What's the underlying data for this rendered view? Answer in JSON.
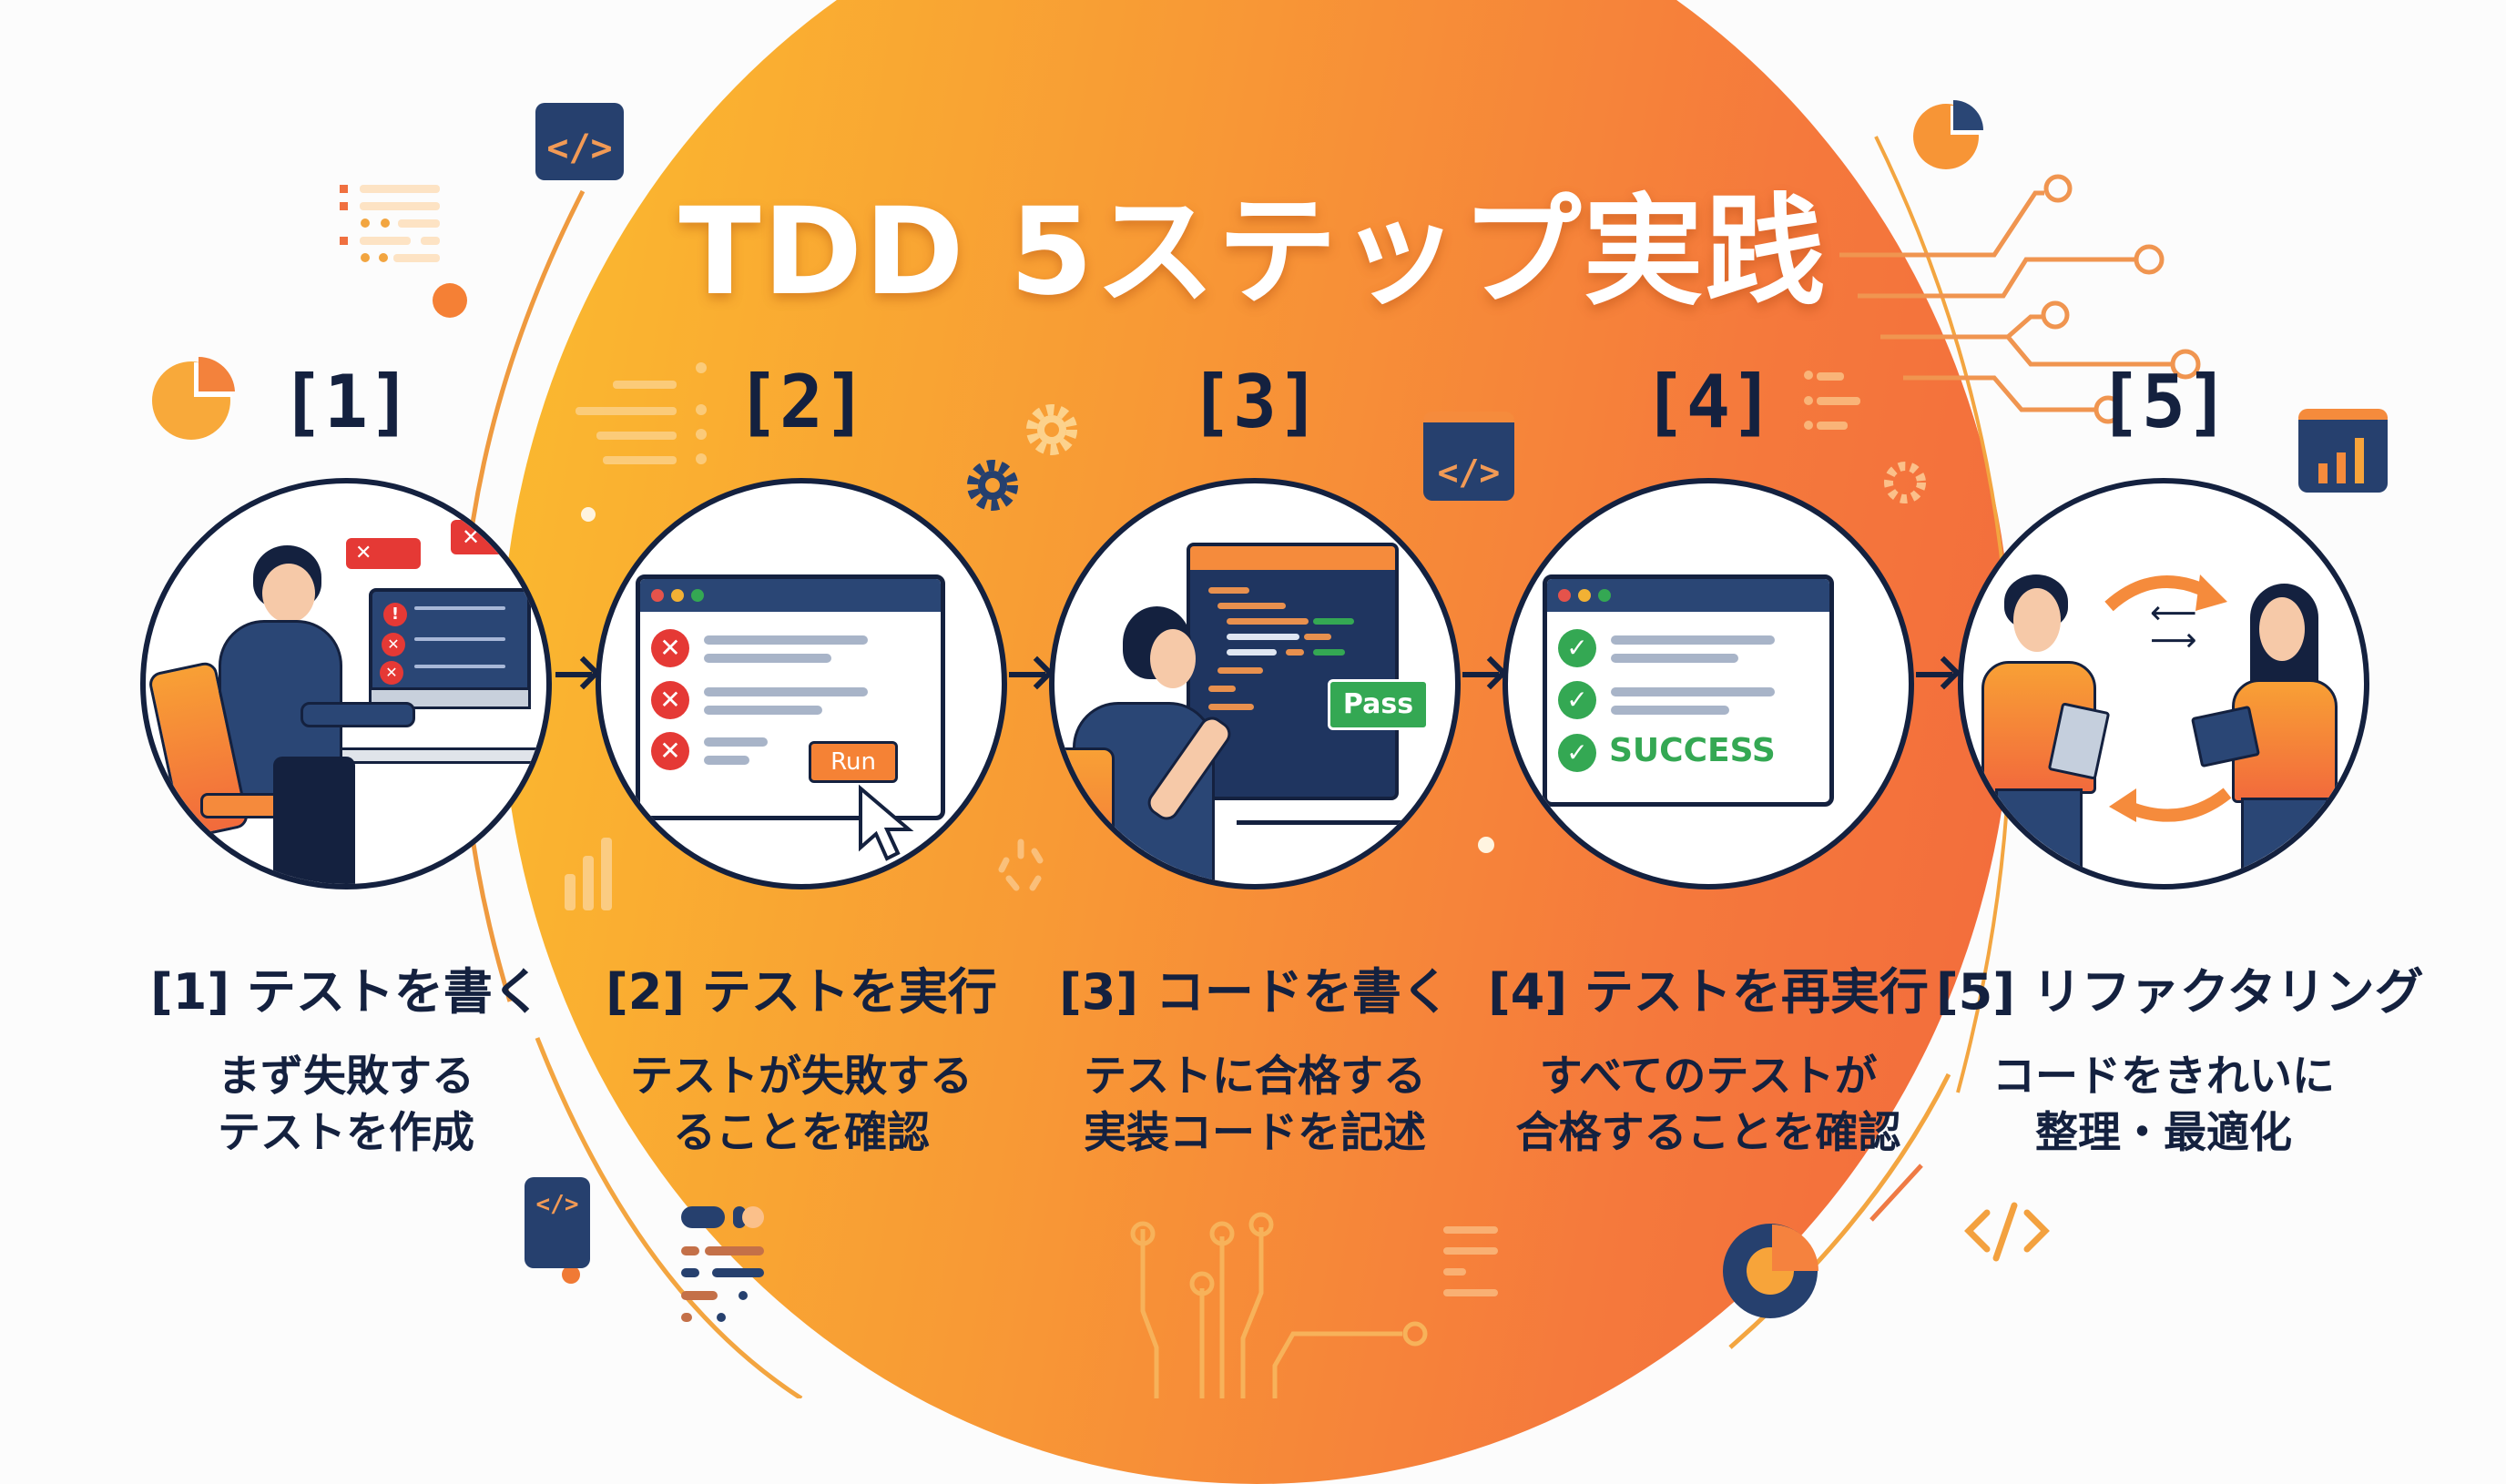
{
  "title": "TDD 5ステップ実践",
  "colors": {
    "navy": "#14213f",
    "orange_start": "#fbbd2e",
    "orange_end": "#f26a3c",
    "fail_red": "#e53935",
    "pass_green": "#34a853",
    "background": "#fcfcfc"
  },
  "steps": [
    {
      "number": "[1]",
      "title": "[1] テストを書く",
      "desc_line1": "まず失敗する",
      "desc_line2": "テストを作成",
      "illustration": "developer-at-desk-with-error-messages"
    },
    {
      "number": "[2]",
      "title": "[2] テストを実行",
      "desc_line1": "テストが失敗する",
      "desc_line2": "ることを確認",
      "illustration": "window-with-failed-tests",
      "button_label": "Run"
    },
    {
      "number": "[3]",
      "title": "[3] コードを書く",
      "desc_line1": "テストに合格する",
      "desc_line2": "実装コードを記述",
      "illustration": "developer-writing-code",
      "badge_label": "Pass"
    },
    {
      "number": "[4]",
      "title": "[4] テストを再実行",
      "desc_line1": "すべてのテストが",
      "desc_line2": "合格することを確認",
      "illustration": "window-with-passed-tests",
      "status_label": "SUCCESS"
    },
    {
      "number": "[5]",
      "title": "[5] リファクタリング",
      "desc_line1": "コードをきれいに",
      "desc_line2": "整理・最適化",
      "illustration": "two-people-collaborating"
    }
  ],
  "icons": {
    "code": "</>",
    "x_mark": "✕",
    "check": "✓",
    "arrow_right": "→",
    "swap_left": "⟵",
    "swap_right": "⟶",
    "step1_error": "✕",
    "step1_alert": "!"
  }
}
